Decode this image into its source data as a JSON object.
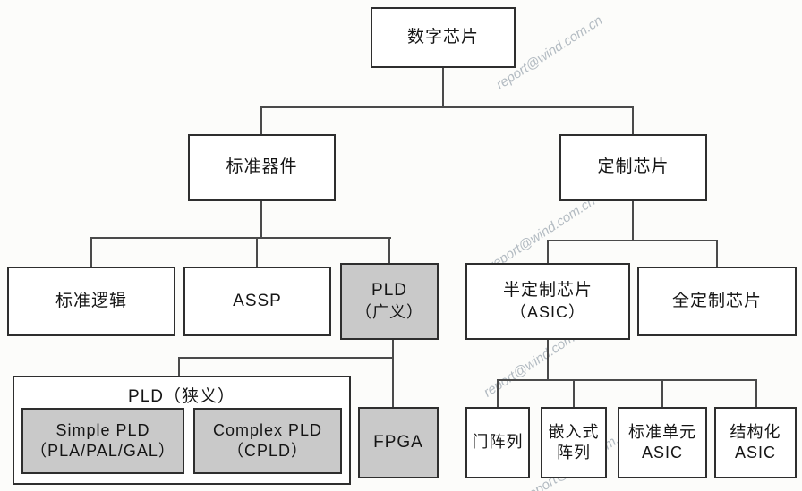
{
  "watermark": {
    "text": "report@wind.com.cn"
  },
  "nodes": {
    "digital_chip": {
      "label": "数字芯片"
    },
    "standard_devices": {
      "label": "标准器件"
    },
    "custom_chips": {
      "label": "定制芯片"
    },
    "standard_logic": {
      "label": "标准逻辑"
    },
    "assp": {
      "label": "ASSP"
    },
    "pld_broad": {
      "line1": "PLD",
      "line2": "（广义）"
    },
    "semi_custom_asic": {
      "line1": "半定制芯片",
      "line2": "（ASIC）"
    },
    "full_custom": {
      "label": "全定制芯片"
    },
    "pld_narrow_group": {
      "title": "PLD（狭义）"
    },
    "simple_pld": {
      "line1": "Simple PLD",
      "line2": "（PLA/PAL/GAL）"
    },
    "complex_pld": {
      "line1": "Complex PLD",
      "line2": "（CPLD）"
    },
    "fpga": {
      "label": "FPGA"
    },
    "gate_array": {
      "label": "门阵列"
    },
    "embedded_array": {
      "line1": "嵌入式",
      "line2": "阵列"
    },
    "standard_cell_asic": {
      "line1": "标准单元",
      "line2": "ASIC"
    },
    "structured_asic": {
      "line1": "结构化",
      "line2": "ASIC"
    }
  },
  "colors": {
    "shaded_fill": "#c9c9c9",
    "border": "#2e2e2e",
    "watermark": "#9ba5af"
  }
}
